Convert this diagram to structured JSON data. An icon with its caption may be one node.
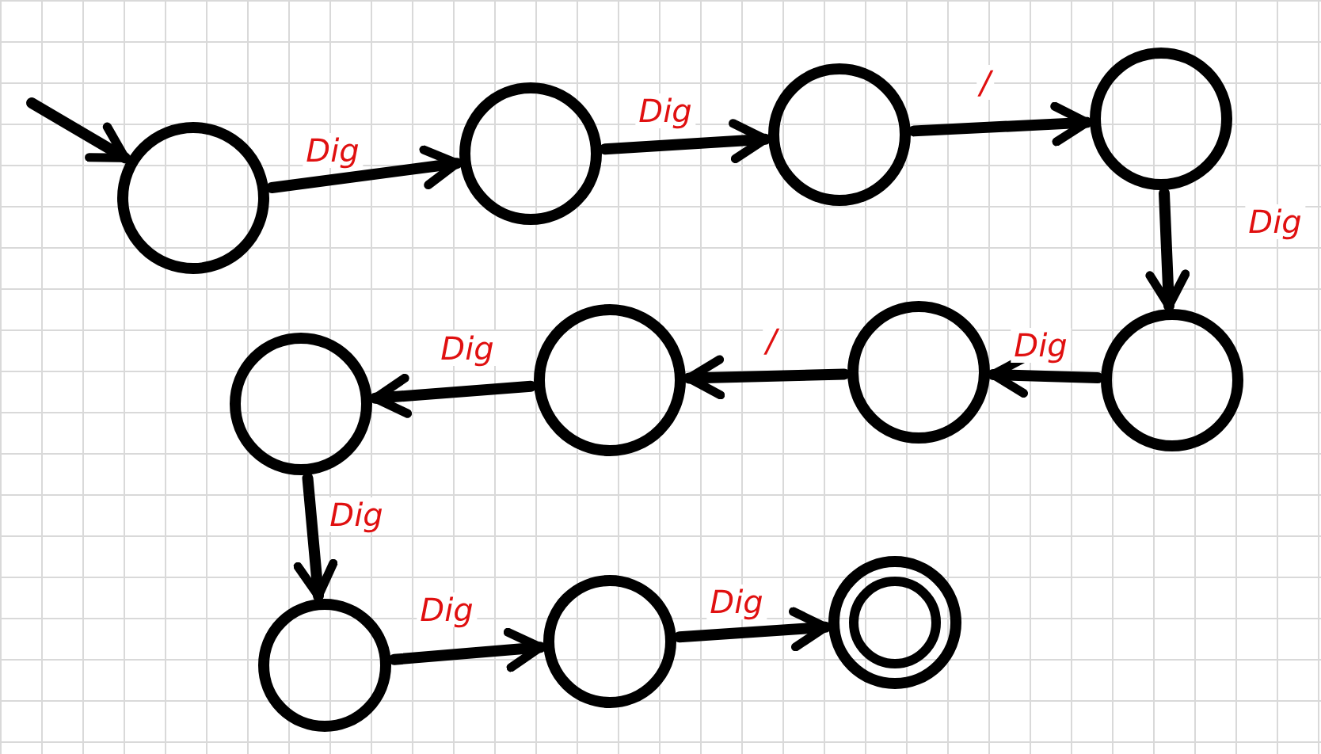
{
  "diagram": {
    "nodes": [
      {
        "text": [],
        "shape": "circle"
      },
      {
        "text": [],
        "shape": "circle"
      },
      {
        "text": [],
        "shape": "circle"
      },
      {
        "text": [],
        "shape": "circle"
      },
      {
        "text": [],
        "shape": "circle"
      },
      {
        "text": [],
        "shape": "circle"
      },
      {
        "text": [],
        "shape": "circle"
      },
      {
        "text": [],
        "shape": "circle"
      },
      {
        "text": [],
        "shape": "circle"
      },
      {
        "text": [],
        "shape": "circle"
      },
      {
        "text": [],
        "shape": "double-circle"
      }
    ],
    "edges": [
      {
        "from": null,
        "to": 0,
        "arrow": "to"
      },
      {
        "from": 0,
        "to": 1,
        "arrow": "to",
        "label": "Dig"
      },
      {
        "from": 1,
        "to": 2,
        "arrow": "to",
        "label": "Dig"
      },
      {
        "from": 2,
        "to": 3,
        "arrow": "to",
        "label": "/"
      },
      {
        "from": 3,
        "to": 4,
        "arrow": "to",
        "label": "Dig"
      },
      {
        "from": 4,
        "to": 5,
        "arrow": "to",
        "label": "Dig"
      },
      {
        "from": 5,
        "to": 6,
        "arrow": "to",
        "label": "/"
      },
      {
        "from": 6,
        "to": 7,
        "arrow": "to",
        "label": "Dig"
      },
      {
        "from": 7,
        "to": 8,
        "arrow": "to",
        "label": "Dig"
      },
      {
        "from": 8,
        "to": 9,
        "arrow": "to",
        "label": "Dig"
      },
      {
        "from": 9,
        "to": 10,
        "arrow": "to",
        "label": "Dig"
      }
    ]
  }
}
